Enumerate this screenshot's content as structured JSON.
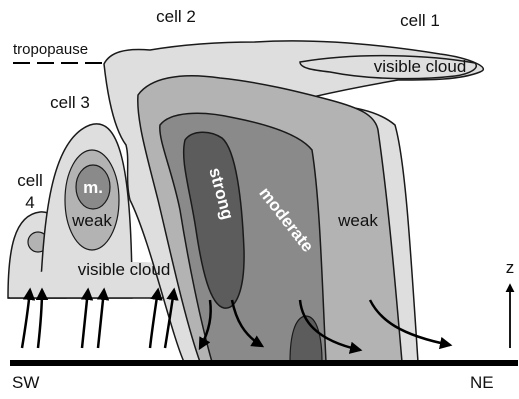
{
  "labels": {
    "cell1": "cell 1",
    "cell2": "cell 2",
    "cell3": "cell 3",
    "cell4_line1": "cell",
    "cell4_line2": "4",
    "tropopause": "tropopause",
    "visible_cloud_top": "visible cloud",
    "visible_cloud_bottom": "visible cloud",
    "m": "m.",
    "weak_cell3": "weak",
    "strong": "strong",
    "moderate": "moderate",
    "weak_cell1": "weak",
    "z": "z",
    "sw": "SW",
    "ne": "NE"
  },
  "colors": {
    "cloud_light": "#dedede",
    "cloud_mid": "#b3b3b3",
    "cloud_dark": "#8a8a8a",
    "cloud_darkest": "#5c5c5c",
    "outline": "#1a1a1a",
    "ground": "#000000"
  }
}
